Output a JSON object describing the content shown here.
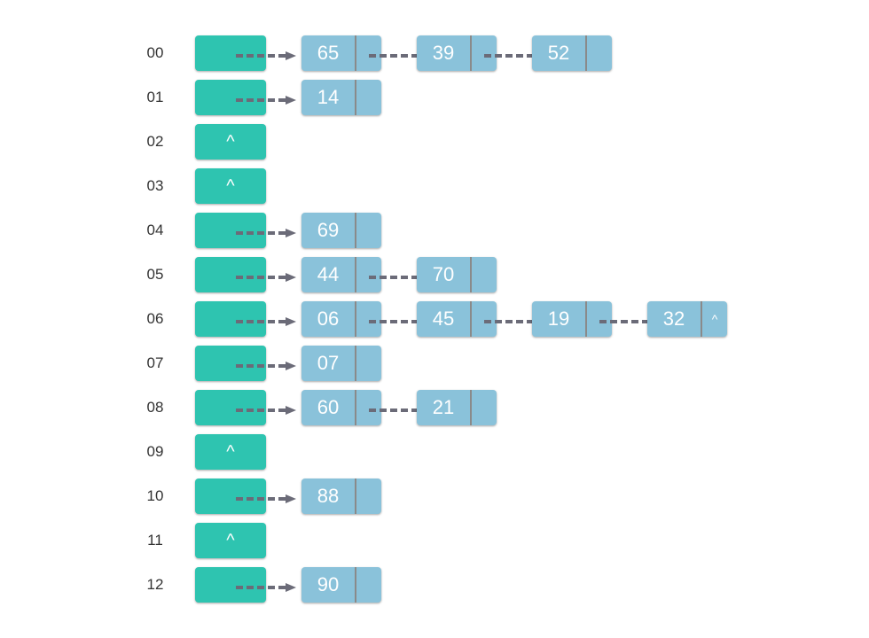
{
  "colors": {
    "bucket": "#2ec4b0",
    "node": "#8ac2da",
    "divider": "#8a8a8a",
    "arrow": "#6b6b78",
    "text": "#ffffff",
    "index_text": "#333333"
  },
  "icons": {
    "arrow": "dashed-arrow-icon"
  },
  "rows": [
    {
      "index": "00",
      "bucket": "",
      "nodes": [
        {
          "value": "65",
          "next": ""
        },
        {
          "value": "39",
          "next": ""
        },
        {
          "value": "52",
          "next": ""
        }
      ]
    },
    {
      "index": "01",
      "bucket": "",
      "nodes": [
        {
          "value": "14",
          "next": ""
        }
      ]
    },
    {
      "index": "02",
      "bucket": "^",
      "nodes": []
    },
    {
      "index": "03",
      "bucket": "^",
      "nodes": []
    },
    {
      "index": "04",
      "bucket": "",
      "nodes": [
        {
          "value": "69",
          "next": ""
        }
      ]
    },
    {
      "index": "05",
      "bucket": "",
      "nodes": [
        {
          "value": "44",
          "next": ""
        },
        {
          "value": "70",
          "next": ""
        }
      ]
    },
    {
      "index": "06",
      "bucket": "",
      "nodes": [
        {
          "value": "06",
          "next": ""
        },
        {
          "value": "45",
          "next": ""
        },
        {
          "value": "19",
          "next": ""
        },
        {
          "value": "32",
          "next": "^"
        }
      ]
    },
    {
      "index": "07",
      "bucket": "",
      "nodes": [
        {
          "value": "07",
          "next": ""
        }
      ]
    },
    {
      "index": "08",
      "bucket": "",
      "nodes": [
        {
          "value": "60",
          "next": ""
        },
        {
          "value": "21",
          "next": ""
        }
      ]
    },
    {
      "index": "09",
      "bucket": "^",
      "nodes": []
    },
    {
      "index": "10",
      "bucket": "",
      "nodes": [
        {
          "value": "88",
          "next": ""
        }
      ]
    },
    {
      "index": "11",
      "bucket": "^",
      "nodes": []
    },
    {
      "index": "12",
      "bucket": "",
      "nodes": [
        {
          "value": "90",
          "next": ""
        }
      ]
    }
  ]
}
